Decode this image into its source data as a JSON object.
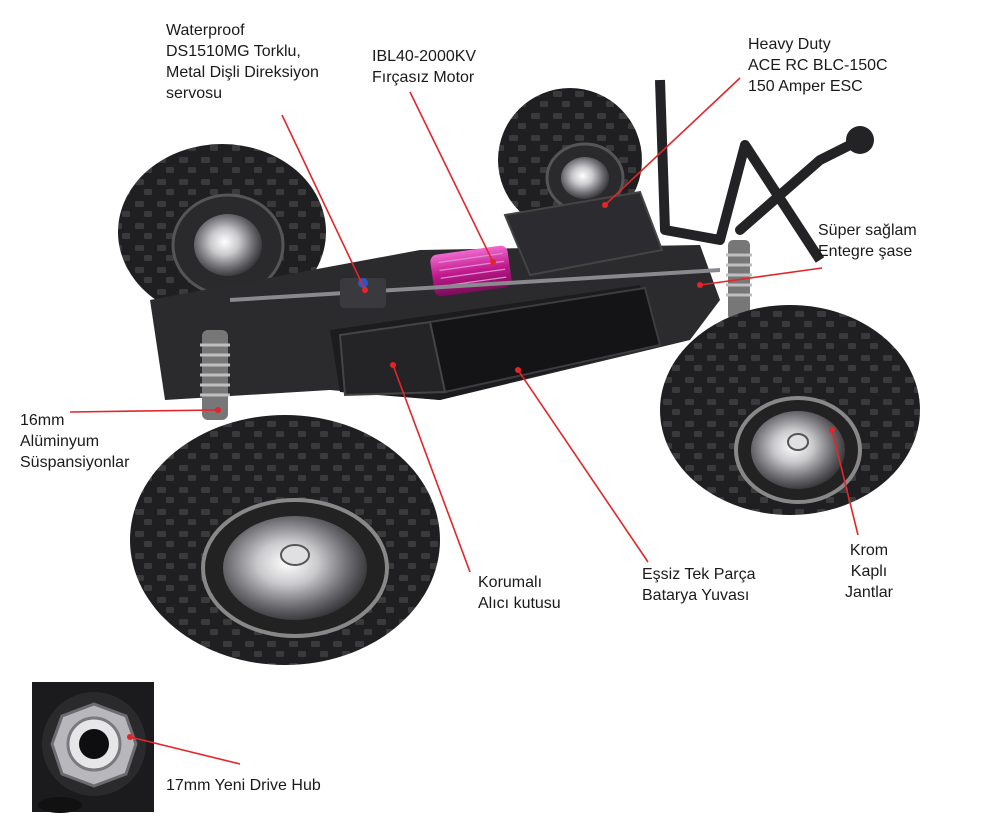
{
  "callouts": [
    {
      "id": "servo",
      "text": "Waterproof\nDS1510MG Torklu,\nMetal Dişli Direksiyon\nservosu"
    },
    {
      "id": "motor",
      "text": "IBL40-2000KV\nFırçasız Motor"
    },
    {
      "id": "esc",
      "text": "Heavy Duty\nACE RC BLC-150C\n150 Amper ESC"
    },
    {
      "id": "chassis",
      "text": "Süper sağlam\nEntegre şase"
    },
    {
      "id": "suspension",
      "text": "16mm\nAlüminyum\nSüspansiyonlar"
    },
    {
      "id": "receiver",
      "text": "Korumalı\nAlıcı kutusu"
    },
    {
      "id": "battery",
      "text": "Eşsiz Tek Parça\nBatarya Yuvası"
    },
    {
      "id": "rims",
      "text": "Krom\nKaplı\nJantlar"
    },
    {
      "id": "hub",
      "text": "17mm Yeni Drive Hub"
    }
  ],
  "colors": {
    "leader": "#e3252a",
    "tire": "#1f1f21",
    "chassis": "#2b2b2e",
    "motor": "#c0198c"
  }
}
